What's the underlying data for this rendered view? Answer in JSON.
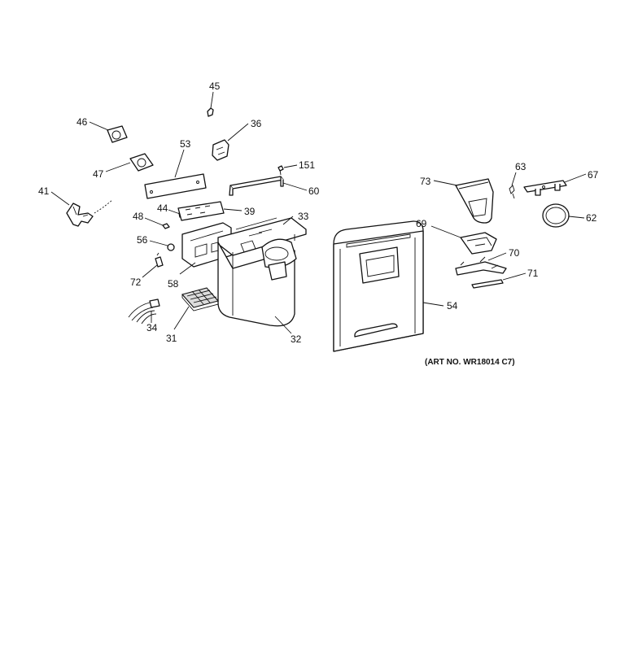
{
  "callouts": {
    "c45": "45",
    "c46": "46",
    "c36": "36",
    "c53": "53",
    "c151": "151",
    "c47": "47",
    "c60": "60",
    "c41": "41",
    "c44": "44",
    "c39": "39",
    "c48": "48",
    "c33": "33",
    "c56": "56",
    "c72": "72",
    "c58": "58",
    "c34": "34",
    "c31": "31",
    "c32": "32",
    "c73": "73",
    "c63": "63",
    "c67": "67",
    "c62": "62",
    "c69": "69",
    "c70": "70",
    "c71": "71",
    "c54": "54"
  },
  "art_number": "(ART NO. WR18014 C7)"
}
